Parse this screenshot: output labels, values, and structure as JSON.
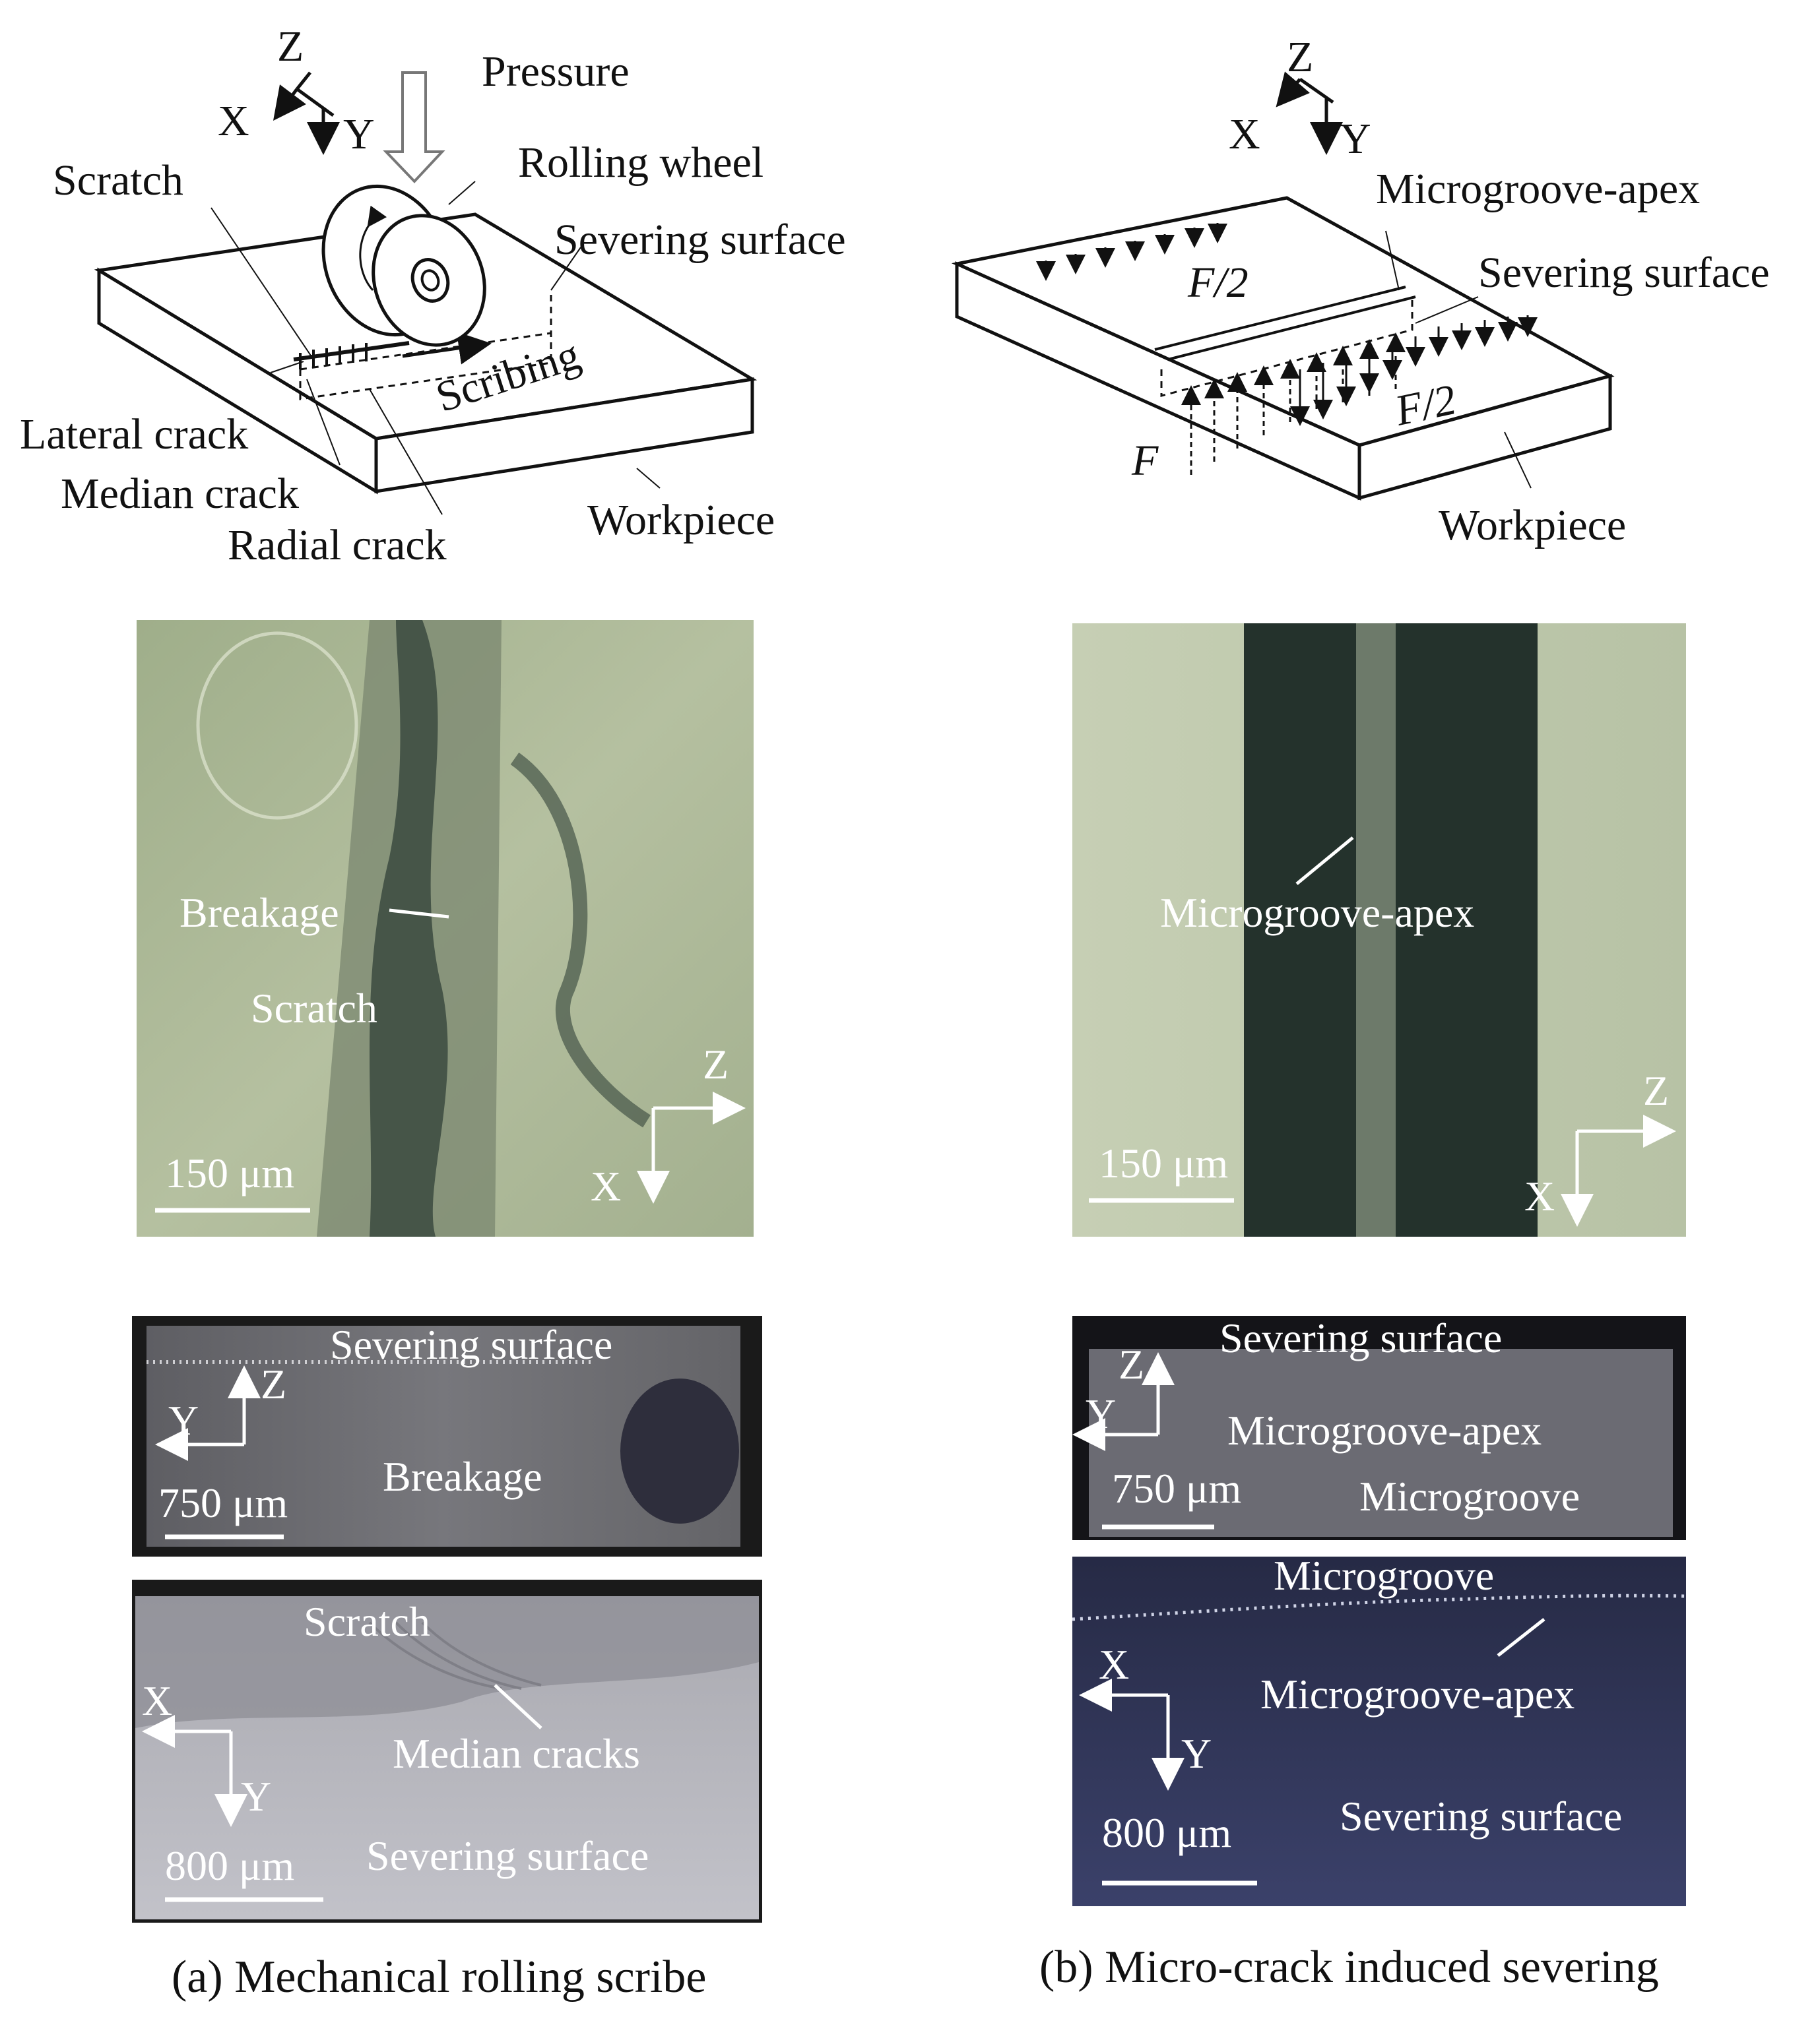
{
  "panel_a": {
    "schematic": {
      "axes": {
        "z": "Z",
        "x": "X",
        "y": "Y"
      },
      "pressure": "Pressure",
      "rolling_wheel": "Rolling wheel",
      "scratch": "Scratch",
      "severing_surface": "Severing surface",
      "scribing": "Scribing",
      "lateral_crack": "Lateral crack",
      "median_crack": "Median crack",
      "radial_crack": "Radial crack",
      "workpiece": "Workpiece"
    },
    "photo_top": {
      "breakage": "Breakage",
      "scratch": "Scratch",
      "scale": "150 μm",
      "axis_z": "Z",
      "axis_x": "X"
    },
    "photo_mid": {
      "severing_surface": "Severing surface",
      "breakage": "Breakage",
      "scale": "750 μm",
      "axis_z": "Z",
      "axis_y": "Y"
    },
    "photo_bot": {
      "scratch": "Scratch",
      "median_cracks": "Median cracks",
      "severing_surface": "Severing surface",
      "scale": "800 μm",
      "axis_x": "X",
      "axis_y": "Y"
    },
    "caption": "(a) Mechanical rolling scribe"
  },
  "panel_b": {
    "schematic": {
      "axes": {
        "z": "Z",
        "x": "X",
        "y": "Y"
      },
      "microgroove_apex": "Microgroove-apex",
      "severing_surface": "Severing surface",
      "half_force_left": "F/2",
      "half_force_right": "F/2",
      "force": "F",
      "workpiece": "Workpiece"
    },
    "photo_top": {
      "microgroove_apex": "Microgroove-apex",
      "scale": "150 μm",
      "axis_z": "Z",
      "axis_x": "X"
    },
    "photo_mid": {
      "severing_surface": "Severing surface",
      "microgroove_apex": "Microgroove-apex",
      "microgroove": "Microgroove",
      "scale": "750 μm",
      "axis_z": "Z",
      "axis_y": "Y"
    },
    "photo_bot": {
      "microgroove": "Microgroove",
      "microgroove_apex": "Microgroove-apex",
      "severing_surface": "Severing surface",
      "scale": "800 μm",
      "axis_x": "X",
      "axis_y": "Y"
    },
    "caption": "(b) Micro-crack induced severing"
  },
  "colors": {
    "line": "#111111",
    "photo_green": "#b7c1a2",
    "photo_green_dark": "#24322c",
    "photo_gray": "#6f6f73",
    "photo_light_gray": "#b8b8bf",
    "photo_blue": "#3a3f62"
  }
}
